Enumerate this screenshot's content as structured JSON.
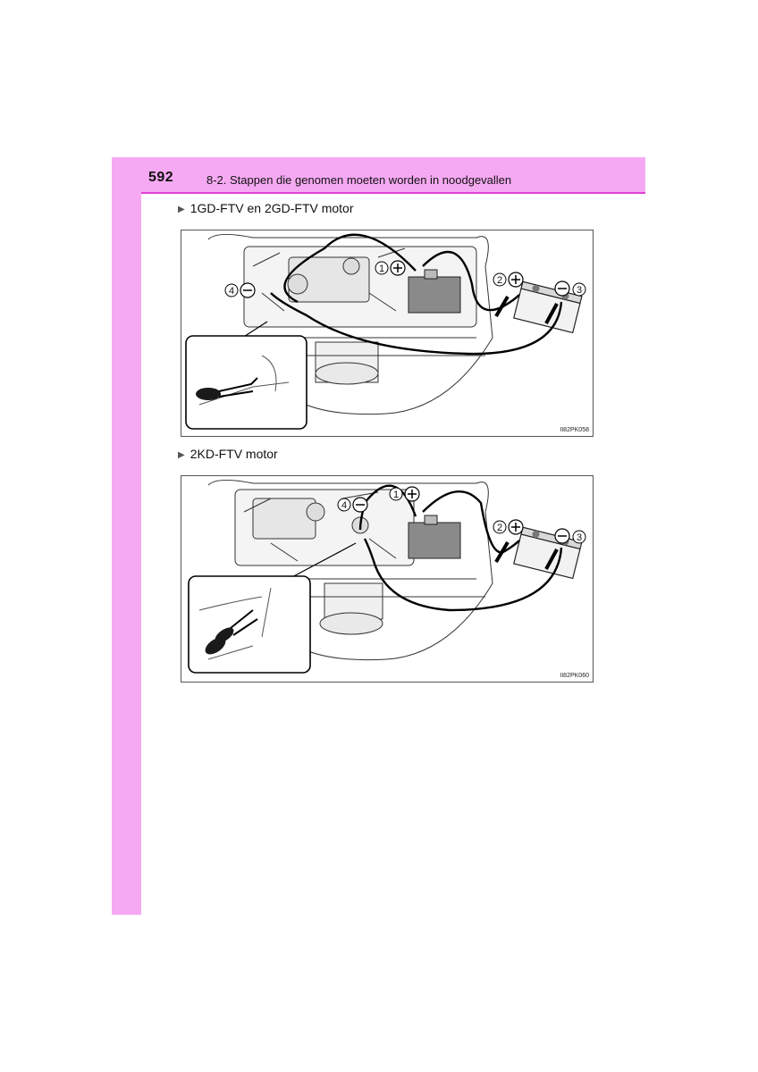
{
  "header": {
    "page_number": "592",
    "section_title": "8-2. Stappen die genomen moeten worden in noodgevallen"
  },
  "sections": [
    {
      "heading": "1GD-FTV en 2GD-FTV motor",
      "figure_code": "II82PK058",
      "callouts": [
        "1",
        "2",
        "3",
        "4"
      ]
    },
    {
      "heading": "2KD-FTV motor",
      "figure_code": "II82PK060",
      "callouts": [
        "1",
        "2",
        "3",
        "4"
      ]
    }
  ],
  "icons": {
    "subhead_marker": "triangle-right-icon",
    "positive_terminal": "plus-circle-icon",
    "negative_terminal": "minus-circle-icon"
  },
  "colors": {
    "accent_tab": "#f5a9f2",
    "accent_rule": "#e040d8"
  }
}
